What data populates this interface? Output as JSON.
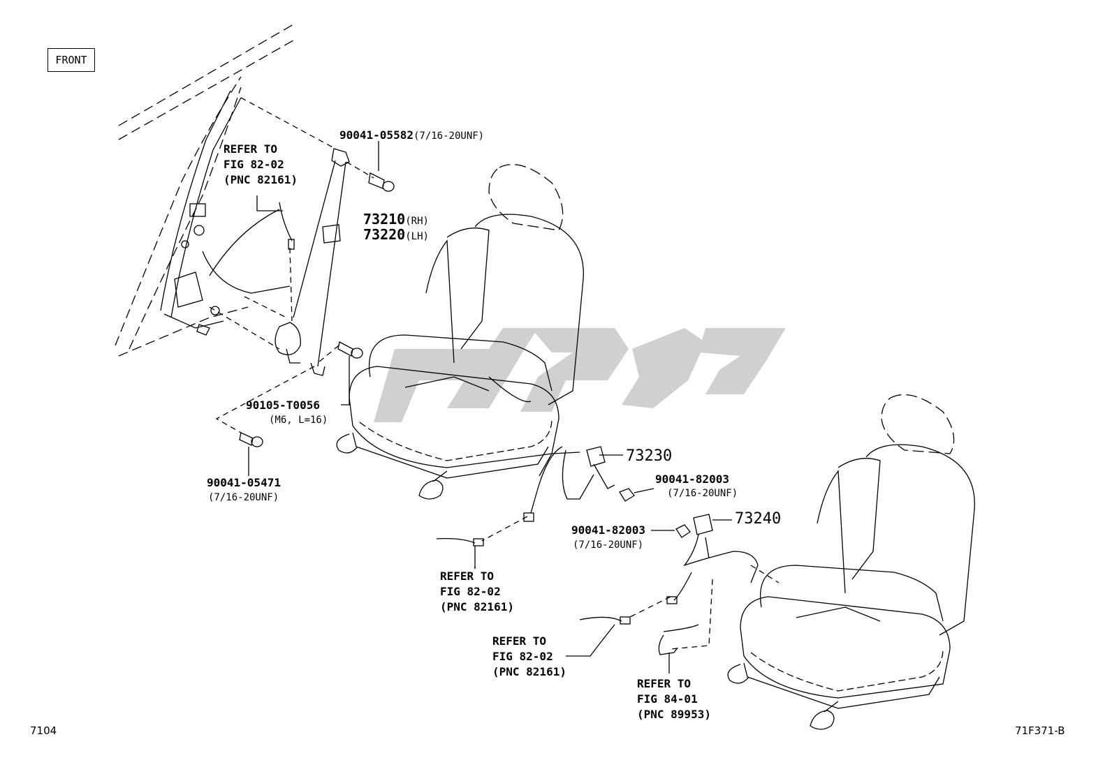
{
  "front_label": "FRONT",
  "page_code": "7104",
  "illustration_code": "71F371-B",
  "labels": {
    "bolt_top": {
      "part": "90041-05582",
      "spec": "(7/16-20UNF)"
    },
    "belt_rh": {
      "part": "73210",
      "spec": "(RH)"
    },
    "belt_lh": {
      "part": "73220",
      "spec": "(LH)"
    },
    "bolt_lower": {
      "part": "90105-T0056",
      "spec": "(M6, L=16)"
    },
    "bolt_floor": {
      "part": "90041-05471",
      "spec": "(7/16-20UNF)"
    },
    "buckle_1": {
      "part": "73230"
    },
    "nut_1": {
      "part": "90041-82003",
      "spec": "(7/16-20UNF)"
    },
    "nut_2": {
      "part": "90041-82003",
      "spec": "(7/16-20UNF)"
    },
    "buckle_2": {
      "part": "73240"
    }
  },
  "refer_notes": [
    {
      "line1": "REFER TO",
      "line2": "FIG 82-02",
      "line3": "(PNC 82161)"
    },
    {
      "line1": "REFER TO",
      "line2": "FIG 82-02",
      "line3": "(PNC 82161)"
    },
    {
      "line1": "REFER TO",
      "line2": "FIG 82-02",
      "line3": "(PNC 82161)"
    },
    {
      "line1": "REFER TO",
      "line2": "FIG 84-01",
      "line3": "(PNC 89953)"
    }
  ],
  "colors": {
    "line": "#000000",
    "watermark": "#c8c8c8"
  }
}
